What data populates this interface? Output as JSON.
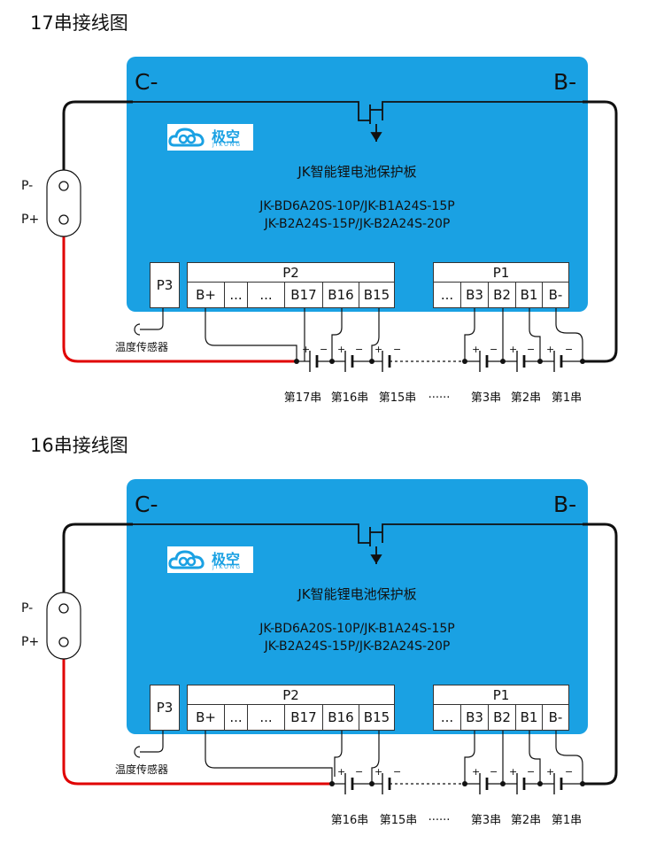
{
  "diagrams": [
    {
      "title": "17串接线图",
      "c_minus": "C-",
      "b_minus": "B-",
      "logo_cn": "极空",
      "logo_en": "JIKONG",
      "board_name": "JK智能锂电池保护板",
      "models": [
        "JK-BD6A20S-10P/JK-B1A24S-15P",
        "JK-B2A24S-15P/JK-B2A24S-20P"
      ],
      "p3": "P3",
      "p2_header": "P2",
      "p2_pins": [
        "B+",
        "...",
        "...",
        "B17",
        "B16",
        "B15"
      ],
      "p1_header": "P1",
      "p1_pins": [
        "...",
        "B3",
        "B2",
        "B1",
        "B-"
      ],
      "p_minus": "P-",
      "p_plus": "P+",
      "temp_sensor": "温度传感器",
      "series_labels": [
        "第17串",
        "第16串",
        "第15串",
        "......",
        "第3串",
        "第2串",
        "第1串"
      ]
    },
    {
      "title": "16串接线图",
      "c_minus": "C-",
      "b_minus": "B-",
      "logo_cn": "极空",
      "logo_en": "JIKONG",
      "board_name": "JK智能锂电池保护板",
      "models": [
        "JK-BD6A20S-10P/JK-B1A24S-15P",
        "JK-B2A24S-15P/JK-B2A24S-20P"
      ],
      "p3": "P3",
      "p2_header": "P2",
      "p2_pins": [
        "B+",
        "...",
        "...",
        "B17",
        "B16",
        "B15"
      ],
      "p1_header": "P1",
      "p1_pins": [
        "...",
        "B3",
        "B2",
        "B1",
        "B-"
      ],
      "p_minus": "P-",
      "p_plus": "P+",
      "temp_sensor": "温度传感器",
      "series_labels": [
        "第16串",
        "第15串",
        "......",
        "第3串",
        "第2串",
        "第1串"
      ]
    }
  ]
}
